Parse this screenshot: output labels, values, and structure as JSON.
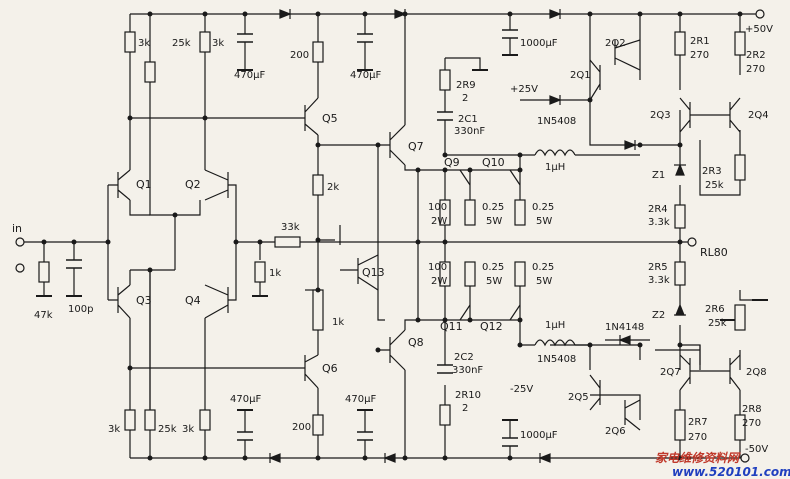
{
  "labels": {
    "in": "in",
    "r_47k": "47k",
    "c_100p": "100p",
    "q1": "Q1",
    "q2": "Q2",
    "q3": "Q3",
    "q4": "Q4",
    "r_3k_tl": "3k",
    "r_25k_t": "25k",
    "r_3k_tr": "3k",
    "r_3k_bl": "3k",
    "r_25k_b": "25k",
    "r_3k_br": "3k",
    "c_470_t1": "470µF",
    "c_470_t2": "470µF",
    "c_470_b1": "470µF",
    "c_470_b2": "470µF",
    "r_200_t": "200",
    "r_200_b": "200",
    "q5": "Q5",
    "q6": "Q6",
    "q7": "Q7",
    "q8": "Q8",
    "q13": "Q13",
    "r_2k": "2k",
    "r_33k": "33k",
    "r_1k_a": "1k",
    "r_1k_pot": "1k",
    "q9": "Q9",
    "q10": "Q10",
    "q11": "Q11",
    "q12": "Q12",
    "r_100_a": "100",
    "r_2w_a": "2W",
    "r_100_b": "100",
    "r_2w_b": "2W",
    "r_025_1": "0.25",
    "r_5w_1": "5W",
    "r_025_2": "0.25",
    "r_5w_2": "5W",
    "r_025_3": "0.25",
    "r_5w_3": "5W",
    "r_025_4": "0.25",
    "r_5w_4": "5W",
    "c_1000_t": "1000µF",
    "c_1000_b": "1000µF",
    "v_p50": "+50V",
    "v_p25": "+25V",
    "v_m25": "-25V",
    "v_m50": "-50V",
    "r_2r9": "2R9",
    "r_2r9_v": "2",
    "c_2c1": "2C1",
    "c_2c1_v": "330nF",
    "r_2r10": "2R10",
    "r_2r10_v": "2",
    "c_2c2": "2C2",
    "c_2c2_v": "330nF",
    "d_1n5408_t": "1N5408",
    "d_1n5408_b": "1N5408",
    "d_1n4148": "1N4148",
    "l_1uh_t": "1µH",
    "l_1uh_b": "1µH",
    "q_2q1": "2Q1",
    "q_2q2": "2Q2",
    "q_2q3": "2Q3",
    "q_2q4": "2Q4",
    "q_2q5": "2Q5",
    "q_2q6": "2Q6",
    "q_2q7": "2Q7",
    "q_2q8": "2Q8",
    "r_2r1": "2R1",
    "r_2r1_v": "270",
    "r_2r2": "2R2",
    "r_2r2_v": "270",
    "r_2r3": "2R3",
    "r_2r3_v": "25k",
    "r_2r4": "2R4",
    "r_2r4_v": "3.3k",
    "r_2r5": "2R5",
    "r_2r5_v": "3.3k",
    "r_2r6": "2R6",
    "r_2r6_v": "25k",
    "r_2r7": "2R7",
    "r_2r7_v": "270",
    "r_2r8": "2R8",
    "r_2r8_v": "270",
    "z1": "Z1",
    "z2": "Z2",
    "rl80": "RL80",
    "watermark_cn": "家电维修资料网",
    "watermark_url": "www.520101.com"
  },
  "colors": {
    "ink": "#1a1a1a",
    "paper": "#f4f1ea",
    "watermark": "#c0392b",
    "url": "#1f3fbf"
  }
}
